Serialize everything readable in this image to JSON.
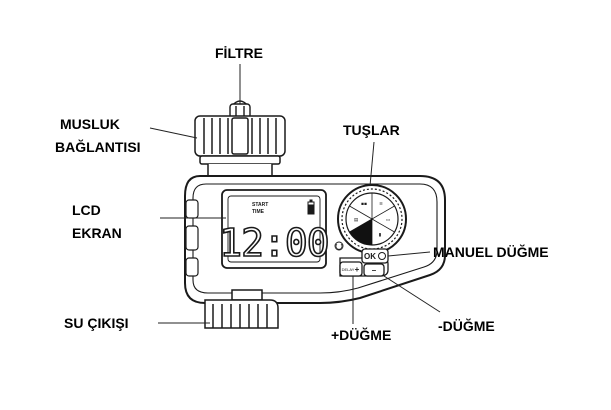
{
  "labels": {
    "filter": "FİLTRE",
    "tap_line1": "MUSLUK",
    "tap_line2": "BAĞLANTISI",
    "buttons": "TUŞLAR",
    "lcd_line1": "LCD",
    "lcd_line2": "EKRAN",
    "manual_button": "MANUEL DÜĞME",
    "water_outlet": "SU ÇIKIŞI",
    "plus_button": "+DÜĞME",
    "minus_button": "-DÜĞME"
  },
  "device": {
    "display_time": "12:00",
    "display_caption1": "START",
    "display_caption2": "TIME",
    "ok_label": "OK",
    "delay_label": "DELAY",
    "plus_symbol": "+",
    "minus_symbol": "–",
    "power_symbol": "⏻",
    "dial_symbol": "⊘"
  },
  "colors": {
    "outline": "#1a1a1a",
    "line": "#222222",
    "body_fill": "#ffffff",
    "dial_dark": "#111111"
  }
}
